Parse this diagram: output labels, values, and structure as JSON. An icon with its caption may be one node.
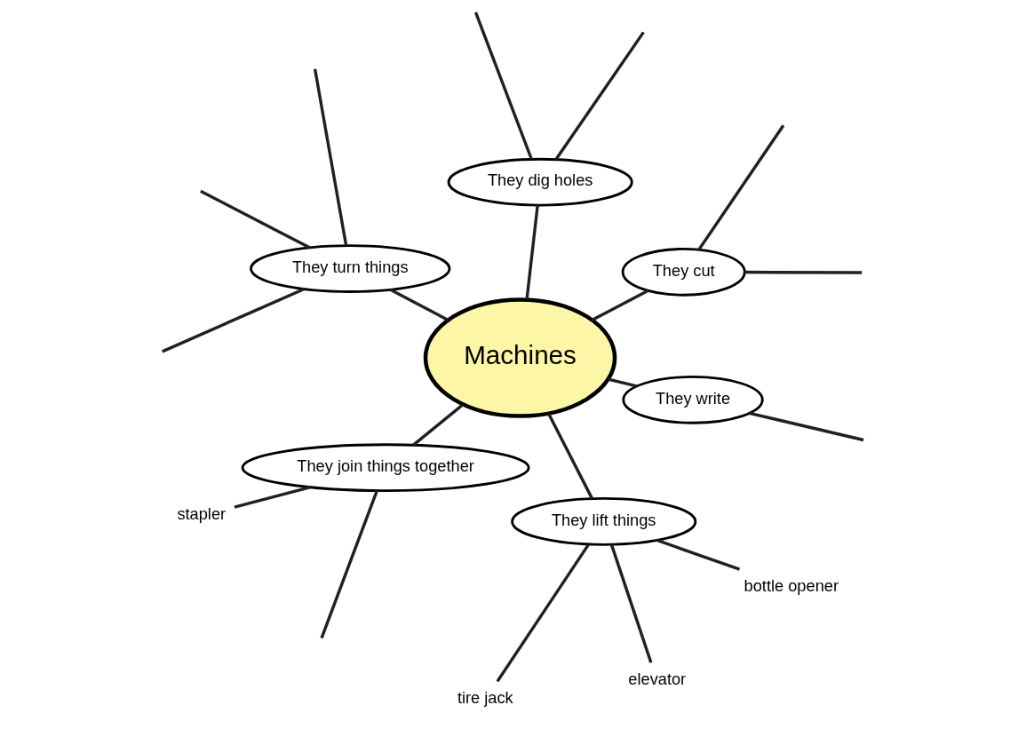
{
  "diagram": {
    "nodes": [
      {
        "text": [
          "They cut"
        ]
      },
      {
        "text": [
          "They dig holes"
        ]
      },
      {
        "text": [
          "They turn things"
        ]
      },
      {
        "text": [
          "stapler"
        ]
      },
      {
        "text": [
          "Machines"
        ]
      },
      {
        "text": [
          "They join things together"
        ]
      },
      {
        "text": [
          "They lift things"
        ]
      },
      {
        "text": [
          "They write"
        ]
      },
      {
        "text": [
          "tire jack"
        ]
      },
      {
        "text": [
          "elevator"
        ]
      },
      {
        "text": [
          "bottle opener"
        ]
      }
    ],
    "edges": [
      {
        "from": 4,
        "to": 1,
        "arrow": "none"
      },
      {
        "from": 4,
        "to": 2,
        "arrow": "none"
      },
      {
        "from": 4,
        "to": 6,
        "arrow": "none"
      },
      {
        "from": 4,
        "to": 7,
        "arrow": "none"
      },
      {
        "from": 4,
        "to": 5,
        "arrow": "none"
      },
      {
        "from": 4,
        "to": 0,
        "arrow": "none"
      },
      {
        "from": 0,
        "to": null,
        "arrow": "none"
      },
      {
        "from": 0,
        "to": null,
        "arrow": "none"
      },
      {
        "from": 1,
        "to": null,
        "arrow": "none"
      },
      {
        "from": 1,
        "to": null,
        "arrow": "none"
      },
      {
        "from": 2,
        "to": null,
        "arrow": "none"
      },
      {
        "from": 2,
        "to": null,
        "arrow": "none"
      },
      {
        "from": 2,
        "to": null,
        "arrow": "none"
      },
      {
        "from": 5,
        "to": 3,
        "arrow": "none"
      },
      {
        "from": 5,
        "to": null,
        "arrow": "none"
      },
      {
        "from": 6,
        "to": 8,
        "arrow": "none"
      },
      {
        "from": 6,
        "to": 9,
        "arrow": "none"
      },
      {
        "from": 6,
        "to": 10,
        "arrow": "none"
      },
      {
        "from": 7,
        "to": null,
        "arrow": "none"
      }
    ]
  }
}
